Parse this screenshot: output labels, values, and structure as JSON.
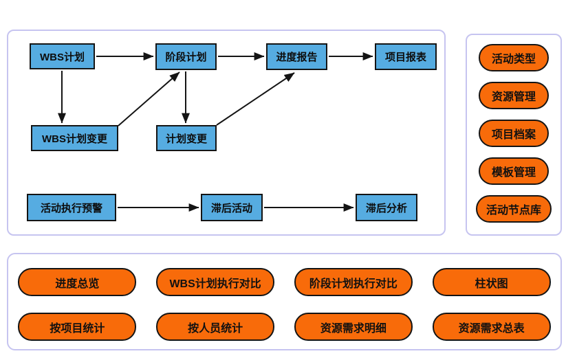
{
  "flowchart": {
    "nodes": [
      {
        "id": "wbs-plan",
        "label": "WBS计划"
      },
      {
        "id": "stage-plan",
        "label": "阶段计划"
      },
      {
        "id": "progress-report",
        "label": "进度报告"
      },
      {
        "id": "project-report",
        "label": "项目报表"
      },
      {
        "id": "wbs-plan-change",
        "label": "WBS计划变更"
      },
      {
        "id": "plan-change",
        "label": "计划变更"
      },
      {
        "id": "activity-warning",
        "label": "活动执行预警"
      },
      {
        "id": "lag-activity",
        "label": "滞后活动"
      },
      {
        "id": "lag-analysis",
        "label": "滞后分析"
      }
    ],
    "edges": [
      {
        "from": "WBS计划",
        "to": "阶段计划"
      },
      {
        "from": "阶段计划",
        "to": "进度报告"
      },
      {
        "from": "进度报告",
        "to": "项目报表"
      },
      {
        "from": "WBS计划",
        "to": "WBS计划变更"
      },
      {
        "from": "WBS计划变更",
        "to": "阶段计划"
      },
      {
        "from": "阶段计划",
        "to": "计划变更"
      },
      {
        "from": "计划变更",
        "to": "进度报告"
      },
      {
        "from": "活动执行预警",
        "to": "滞后活动"
      },
      {
        "from": "滞后活动",
        "to": "滞后分析"
      }
    ]
  },
  "right_panel": {
    "items": [
      "活动类型",
      "资源管理",
      "项目档案",
      "模板管理",
      "活动节点库"
    ]
  },
  "bottom_panel": {
    "items": [
      "进度总览",
      "WBS计划执行对比",
      "阶段计划执行对比",
      "柱状图",
      "按项目统计",
      "按人员统计",
      "资源需求明细",
      "资源需求总表"
    ]
  },
  "colors": {
    "node_fill": "#56ace1",
    "node_border": "#141414",
    "pill_fill": "#f86b0a",
    "pill_border": "#141414",
    "panel_border": "#c6c4f0",
    "arrow": "#141414",
    "background": "#ffffff"
  }
}
